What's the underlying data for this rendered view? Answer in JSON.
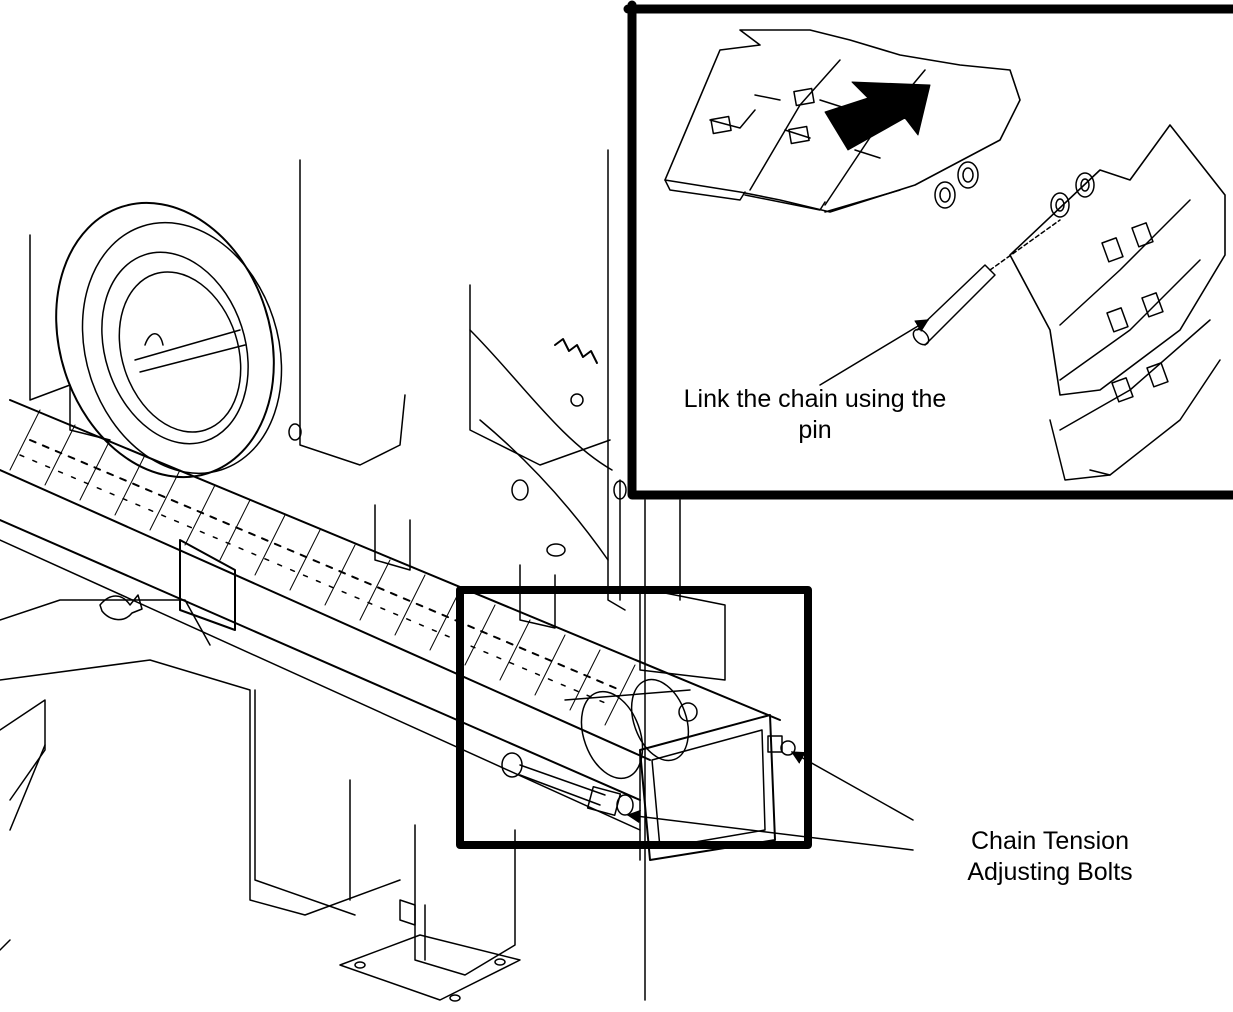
{
  "callouts": {
    "pin_line1": "Link the chain using the",
    "pin_line2": "pin",
    "bolts_line1": "Chain Tension",
    "bolts_line2": "Adjusting Bolts"
  },
  "icons": [
    "direction-arrow-icon",
    "callout-arrow-icon"
  ],
  "colors": {
    "ink": "#000000",
    "paper": "#ffffff"
  }
}
